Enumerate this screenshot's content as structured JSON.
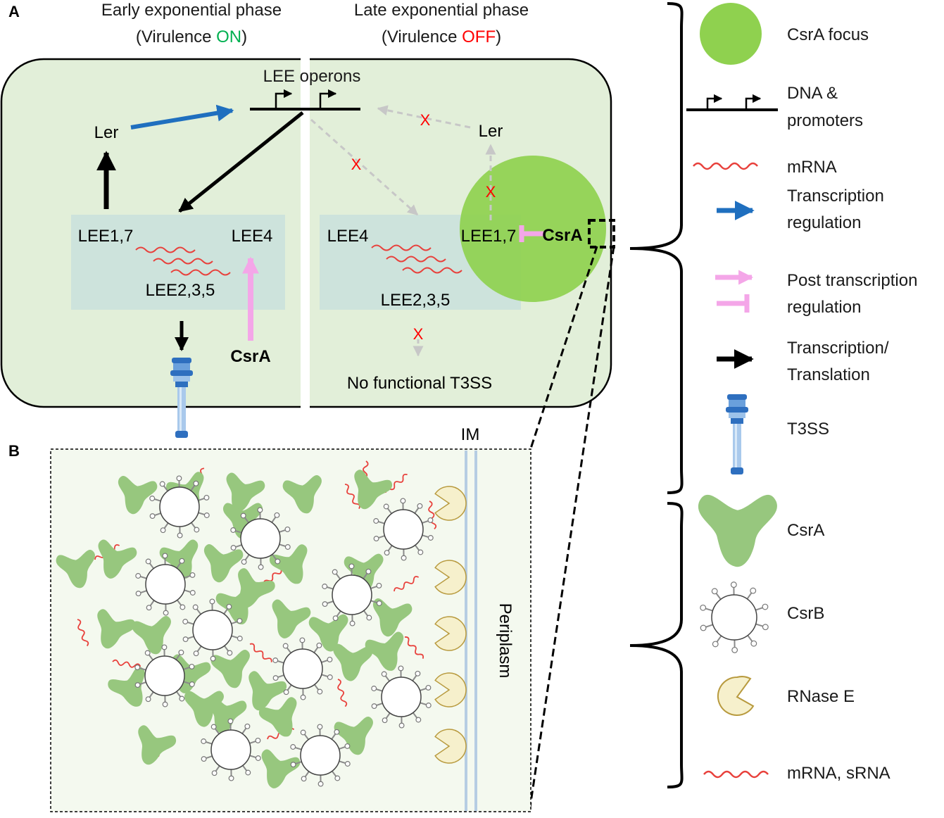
{
  "panels": {
    "a_label": "A",
    "b_label": "B"
  },
  "phases": {
    "early_line1": "Early exponential phase",
    "early_open": "(Virulence ",
    "early_state": "ON",
    "early_close": ")",
    "late_line1": "Late exponential phase",
    "late_open": "(Virulence ",
    "late_state": "OFF",
    "late_close": ")"
  },
  "diagram": {
    "lee_operons": "LEE operons",
    "ler": "Ler",
    "lee17": "LEE1,7",
    "lee4": "LEE4",
    "lee235": "LEE2,3,5",
    "csra": "CsrA",
    "x_mark": "X",
    "no_t3ss": "No functional T3SS"
  },
  "zoom": {
    "im": "IM",
    "periplasm": "Periplasm"
  },
  "legend": {
    "top": [
      "CsrA focus",
      "DNA &",
      "promoters",
      "mRNA",
      "Transcription",
      "regulation",
      "Post transcription",
      "regulation",
      "Transcription/",
      "Translation",
      "T3SS"
    ],
    "bottom": [
      "CsrA",
      "CsrB",
      "RNase E",
      "mRNA, sRNA"
    ]
  },
  "colors": {
    "cell_fill": "#e2efd9",
    "lee_box": "#cde3dc",
    "csra_focus": "#8fd14f",
    "on": "#00b050",
    "off": "#ff0000",
    "transcription_regulation": "#1f6fbf",
    "post_transcription": "#f4a6e8",
    "mrna": "#e8413c",
    "csra_protein": "#97c77e",
    "rnase_e": "#f6f0cc"
  }
}
